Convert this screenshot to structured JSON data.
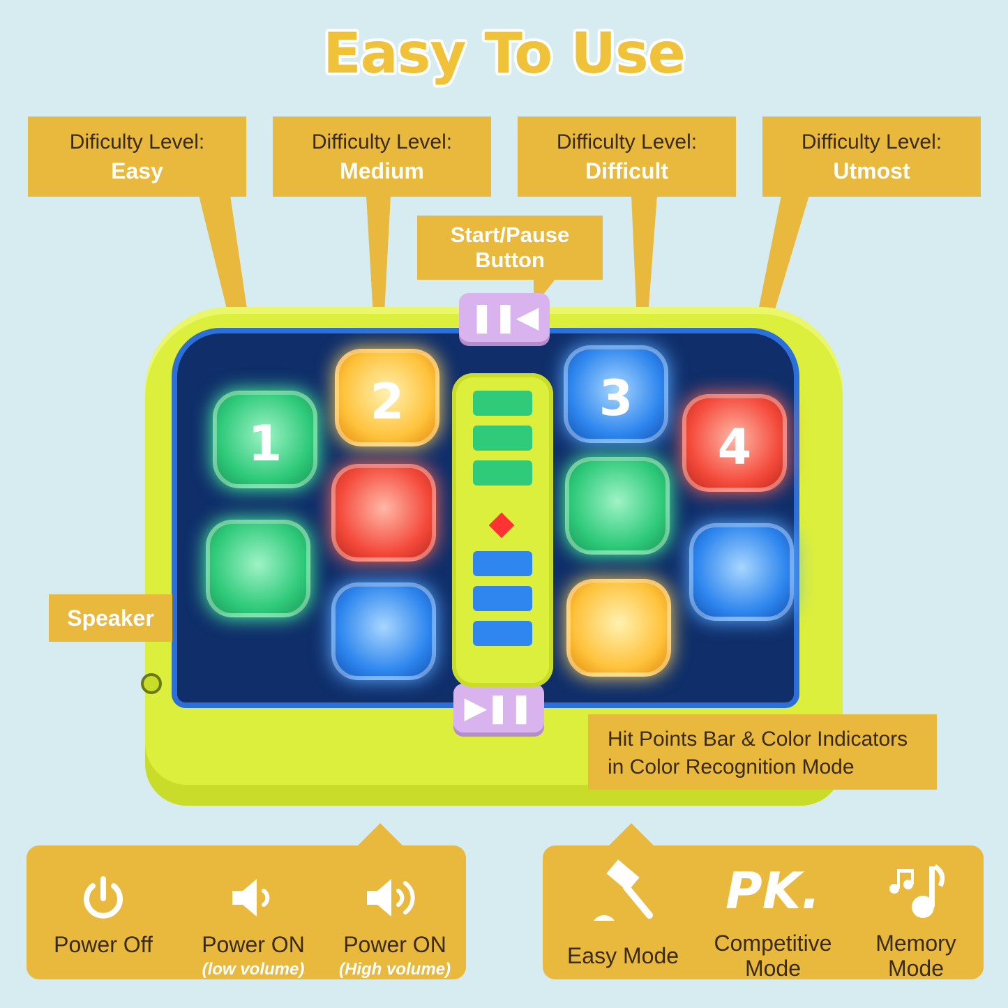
{
  "title": "Easy To Use",
  "levels": [
    {
      "label": "Dificulty Level:",
      "value": "Easy"
    },
    {
      "label": "Difficulty Level:",
      "value": "Medium"
    },
    {
      "label": "Difficulty Level:",
      "value": "Difficult"
    },
    {
      "label": "Difficulty Level:",
      "value": "Utmost"
    }
  ],
  "start_pause": {
    "line1": "Start/Pause",
    "line2": "Button"
  },
  "speaker": "Speaker",
  "hit_points": {
    "line1": "Hit Points Bar & Color Indicators",
    "line2": "in Color Recognition Mode"
  },
  "pads": {
    "p1": "1",
    "p2": "2",
    "p3": "3",
    "p4": "4"
  },
  "power": [
    {
      "icon": "power-icon",
      "label": "Power Off",
      "sub": ""
    },
    {
      "icon": "speaker-low-icon",
      "label": "Power ON",
      "sub": "(low volume)"
    },
    {
      "icon": "speaker-high-icon",
      "label": "Power ON",
      "sub": "(High volume)"
    }
  ],
  "modes": [
    {
      "icon": "hammer-icon",
      "label1": "Easy  Mode",
      "label2": ""
    },
    {
      "icon": "pk-icon",
      "pk_text": "PK.",
      "label1": "Competitive",
      "label2": "Mode"
    },
    {
      "icon": "music-note-icon",
      "label1": "Memory",
      "label2": "Mode"
    }
  ],
  "colors": {
    "accent": "#e8b93d",
    "background": "#d6ecf1",
    "device": "#dcef3c"
  }
}
